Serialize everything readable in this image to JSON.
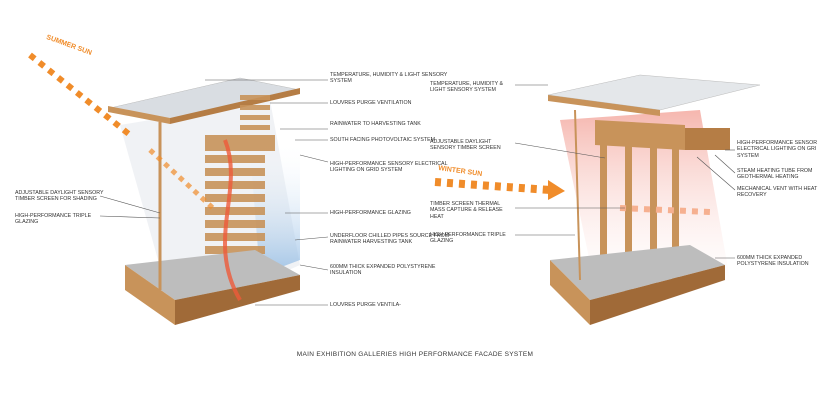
{
  "caption": "MAIN EXHIBITION GALLERIES HIGH PERFORMANCE FACADE SYSTEM",
  "left": {
    "sun": "SUMMER SUN",
    "labels": [
      "TEMPERATURE, HUMIDITY & LIGHT SENSORY SYSTEM",
      "LOUVRES PURGE VENTILATION",
      "RAINWATER TO HARVESTING TANK",
      "SOUTH FACING PHOTOVOLTAIC SYSTEM",
      "HIGH-PERFORMANCE SENSORY ELECTRICAL LIGHTING ON GRID SYSTEM",
      "HIGH-PERFORMANCE GLAZING",
      "UNDERFLOOR CHILLED PIPES SOURCE FROM RAINWATER HARVESTING TANK",
      "600mm THICK EXPANDED POLYSTYRENE INSULATION",
      "LOUVRES PURGE VENTILA-"
    ],
    "side_labels": [
      "ADJUSTABLE DAYLIGHT SENSORY TIMBER SCREEN FOR SHADING",
      "HIGH-PERFORMANCE TRIPLE GLAZING"
    ]
  },
  "right": {
    "sun": "WINTER SUN",
    "left_labels": [
      "TEMPERATURE, HUMIDITY & LIGHT SENSORY SYSTEM",
      "ADJUSTABLE DAYLIGHT SENSORY TIMBER SCREEN",
      "TIMBER SCREEN THERMAL MASS CAPTURE & RELEASE HEAT",
      "HIGH PERFORMANCE TRIPLE GLAZING"
    ],
    "right_labels": [
      "HIGH-PERFORMANCE SENSOR ELECTRICAL LIGHTING ON GRI SYSTEM",
      "STEAM HEATING TUBE FROM GEOTHERMAL HEATING",
      "MECHANICAL VENT WITH HEAT RECOVERY",
      "600mm THICK EXPANDED POLYSTYRENE INSULATION"
    ]
  },
  "colors": {
    "timber": "#c8935a",
    "sun": "#f08c2a",
    "glass": "#dfe3e8",
    "cool": "#8fb8e0",
    "warm": "#f6b8b0"
  }
}
